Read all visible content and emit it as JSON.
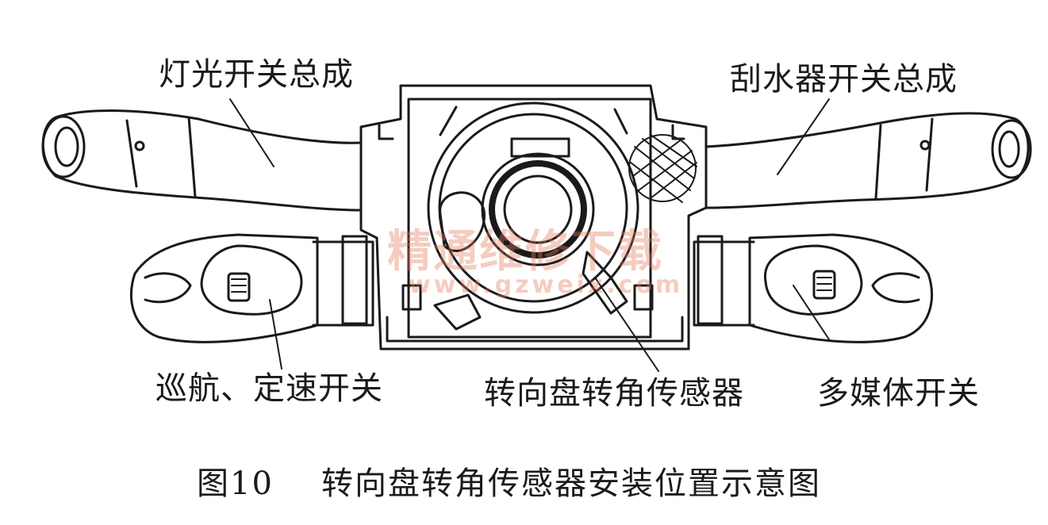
{
  "labels": {
    "light_switch": "灯光开关总成",
    "wiper_switch": "刮水器开关总成",
    "cruise_switch": "巡航、定速开关",
    "steering_sensor": "转向盘转角传感器",
    "multimedia_switch": "多媒体开关"
  },
  "caption": {
    "number": "图10",
    "text": "转向盘转角传感器安装位置示意图"
  },
  "watermark": {
    "cn": "精通维修下载",
    "url": "www.gzweix.com"
  },
  "colors": {
    "line": "#1a1a1a",
    "watermark": "#e6785a"
  }
}
